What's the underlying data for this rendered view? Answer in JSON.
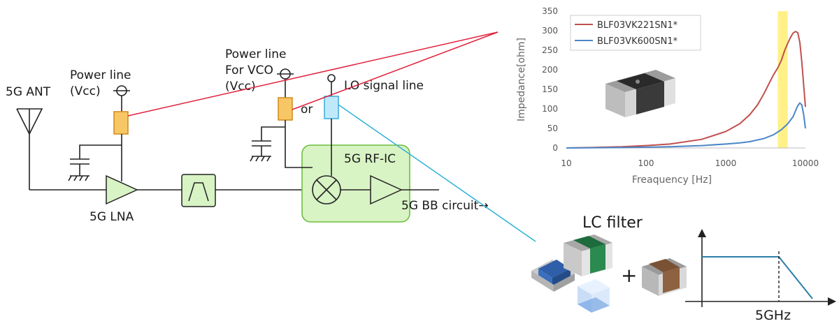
{
  "schematic": {
    "antenna_label": "5G ANT",
    "power_line_label_1": "Power line",
    "power_line_label_2": "(Vcc)",
    "vco_power_label_1": "Power line",
    "vco_power_label_2": "For VCO",
    "vco_power_label_3": "(Vcc)",
    "or_label": "or",
    "lo_signal_label": "LO signal line",
    "rf_ic_label": "5G RF-IC",
    "lna_label": "5G LNA",
    "bb_label": "5G BB circuit→"
  },
  "lc_filter": {
    "title": "LC filter",
    "plus": "+",
    "cutoff_label": "5GHz"
  },
  "colors": {
    "ferrite_bead_fill": "#f8c765",
    "ferrite_bead_stroke": "#d08a1c",
    "lc_part_fill": "#bfe9fb",
    "lc_part_stroke": "#3ba9d8",
    "rf_ic_fill": "#d8f3c4",
    "rf_ic_stroke": "#6cbf3f",
    "red_callout": "#e0213c",
    "blue_callout": "#2fb2d6",
    "series_1": "#c0504d",
    "series_2": "#4a86c8",
    "highlight": "#fff07a"
  },
  "chart_data": {
    "type": "line",
    "title": "",
    "xlabel": "Freaquency [Hz]",
    "ylabel": "Impedance[ohm]",
    "xscale": "log",
    "xlim": [
      10,
      10000
    ],
    "ylim": [
      0,
      350
    ],
    "x_ticks": [
      "10",
      "100",
      "1000",
      "10000"
    ],
    "y_ticks": [
      "0",
      "50",
      "100",
      "150",
      "200",
      "250",
      "300",
      "350"
    ],
    "legend_position": "top-left",
    "grid": false,
    "highlight_band_x": [
      4500,
      6000
    ],
    "series": [
      {
        "name": "BLF03VK221SN1*",
        "color": "#c0504d",
        "x": [
          10,
          20,
          50,
          100,
          200,
          500,
          1000,
          1500,
          2000,
          2500,
          3000,
          3500,
          4000,
          4500,
          5000,
          5500,
          6000,
          6500,
          7000,
          7500,
          8000,
          8500,
          9000,
          9500,
          10000
        ],
        "y": [
          0,
          1,
          3,
          6,
          10,
          22,
          42,
          62,
          85,
          110,
          138,
          165,
          188,
          205,
          225,
          250,
          268,
          283,
          294,
          298,
          295,
          270,
          220,
          160,
          105
        ]
      },
      {
        "name": "BLF03VK600SN1*",
        "color": "#4a86c8",
        "x": [
          10,
          50,
          100,
          200,
          500,
          1000,
          1500,
          2000,
          3000,
          4000,
          5000,
          6000,
          7000,
          7500,
          8000,
          8500,
          9000,
          9500,
          10000
        ],
        "y": [
          0,
          1,
          2,
          3,
          6,
          10,
          13,
          16,
          24,
          34,
          47,
          62,
          80,
          95,
          108,
          115,
          110,
          85,
          50
        ]
      }
    ]
  }
}
